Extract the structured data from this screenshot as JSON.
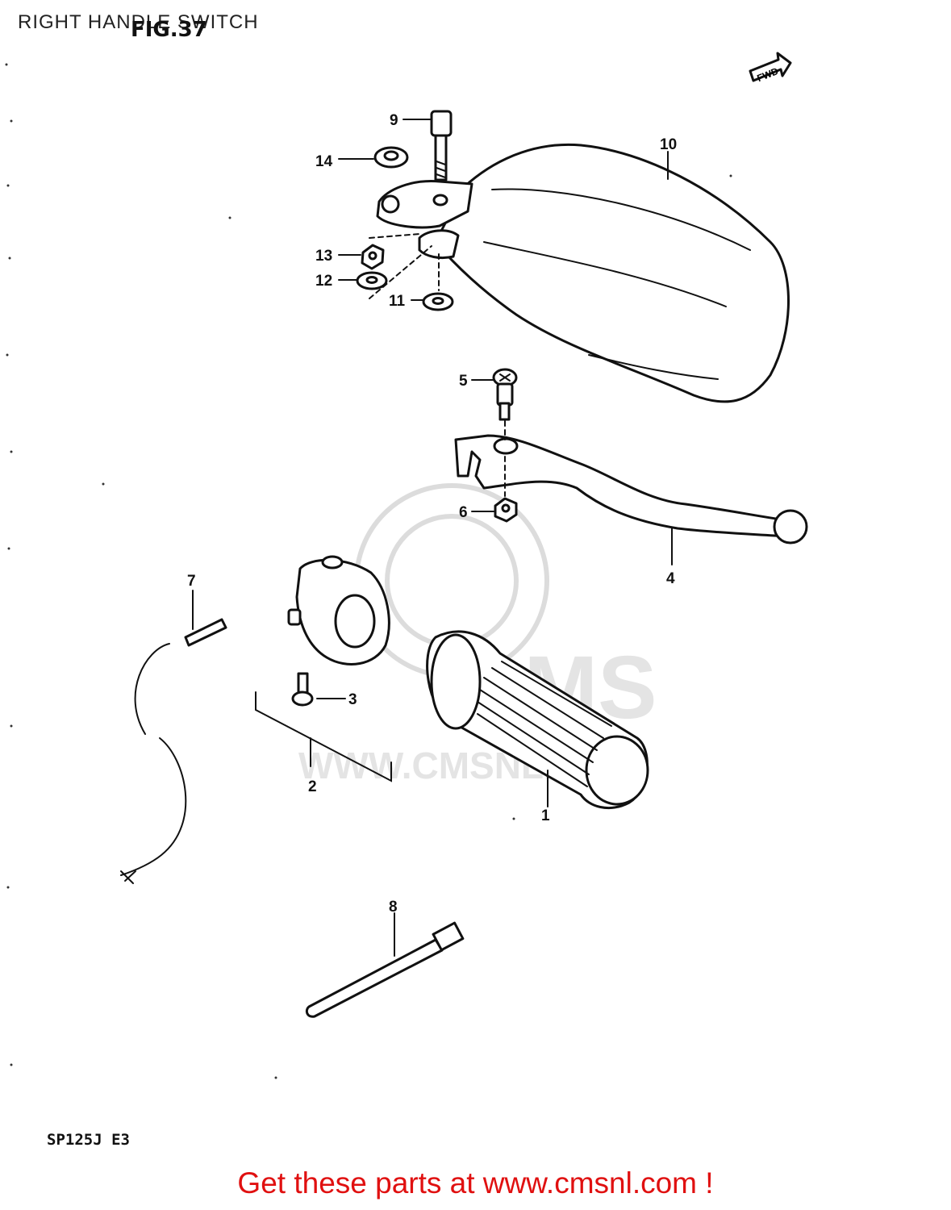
{
  "page": {
    "title": "RIGHT HANDLE SWITCH",
    "figure_label": "FIG.37",
    "model_code": "SP125J E3",
    "fwd_label": "FWD",
    "call_to_action": "Get these parts at www.cmsnl.com !"
  },
  "watermark": {
    "logo_text": "CMS",
    "url_text": "WWW.CMSNL.COM"
  },
  "callouts": [
    {
      "num": "1"
    },
    {
      "num": "2"
    },
    {
      "num": "3"
    },
    {
      "num": "4"
    },
    {
      "num": "5"
    },
    {
      "num": "6"
    },
    {
      "num": "7"
    },
    {
      "num": "8"
    },
    {
      "num": "9"
    },
    {
      "num": "10"
    },
    {
      "num": "11"
    },
    {
      "num": "12"
    },
    {
      "num": "13"
    },
    {
      "num": "14"
    }
  ],
  "colors": {
    "line": "#111111",
    "call_to_action": "#e01010",
    "watermark": "#dcdcdc"
  }
}
